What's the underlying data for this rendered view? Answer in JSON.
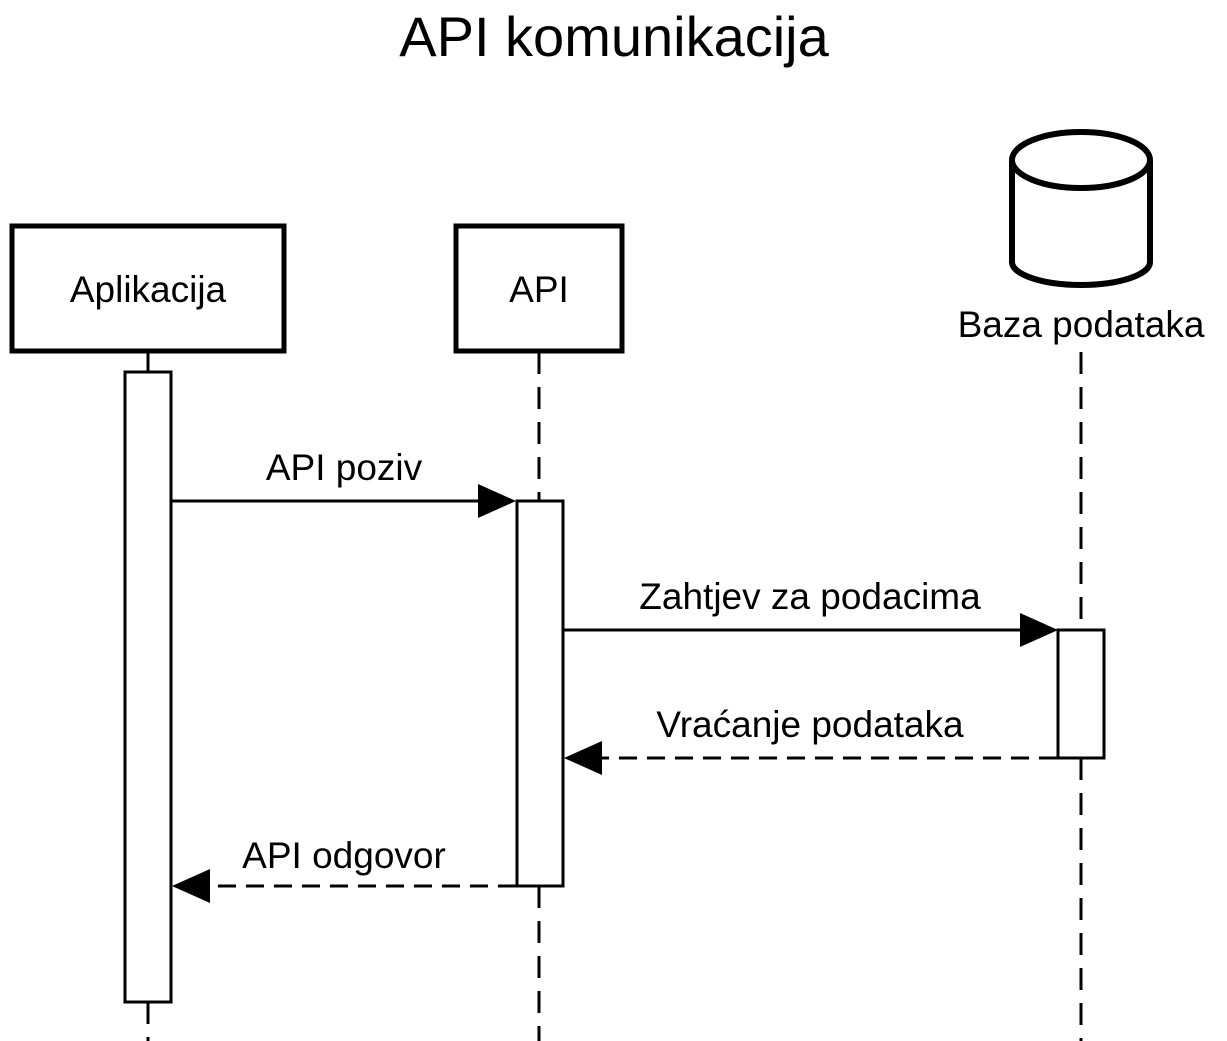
{
  "title": "API komunikacija",
  "participants": [
    {
      "id": "app",
      "label": "Aplikacija",
      "shape": "box"
    },
    {
      "id": "api",
      "label": "API",
      "shape": "box"
    },
    {
      "id": "db",
      "label": "Baza podataka",
      "shape": "database"
    }
  ],
  "messages": [
    {
      "from": "app",
      "to": "api",
      "label": "API poziv",
      "style": "solid"
    },
    {
      "from": "api",
      "to": "db",
      "label": "Zahtjev za podacima",
      "style": "solid"
    },
    {
      "from": "db",
      "to": "api",
      "label": "Vraćanje podataka",
      "style": "dashed"
    },
    {
      "from": "api",
      "to": "app",
      "label": "API odgovor",
      "style": "dashed"
    }
  ]
}
